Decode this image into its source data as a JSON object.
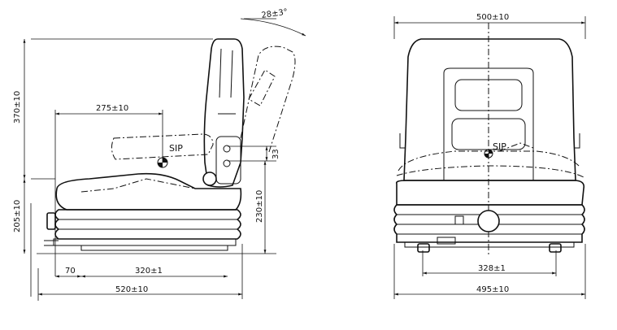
{
  "side_view": {
    "angle_label": "28±3°",
    "height_seat_back_label": "370±10",
    "sip_offset_label": "275±10",
    "sip_label": "SIP",
    "sip_vertical_label": "33",
    "height_total_label": "205±10",
    "height_base_label": "230±10",
    "base_offset_label": "70",
    "base_rail_label": "320±1",
    "depth_label": "520±10"
  },
  "front_view": {
    "width_top_label": "500±10",
    "sip_label": "SIP",
    "rail_spacing_label": "328±1",
    "width_bottom_label": "495±10"
  }
}
